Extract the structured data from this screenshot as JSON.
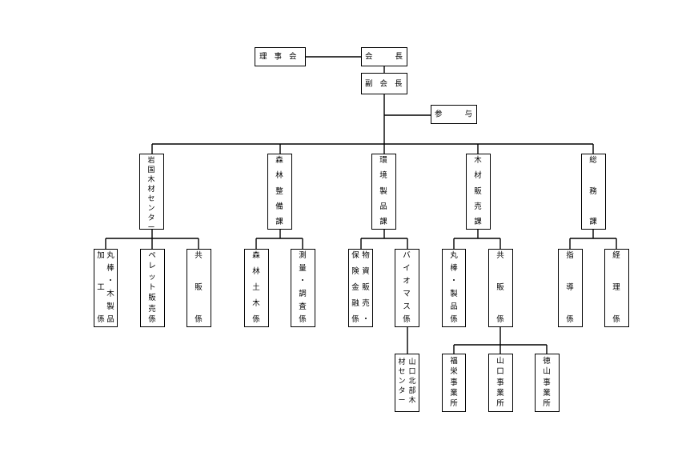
{
  "board": "理事会",
  "president": "会長",
  "vice_president": "副会長",
  "counselor": "参与",
  "departments": {
    "iwakuni": "岩国木材センター",
    "forest": "森林整備課",
    "environment": "環境製品課",
    "timber_sales": "木材販売課",
    "general": "総務課"
  },
  "sections": {
    "maru_kako": [
      "丸棒・木製品",
      "加工係"
    ],
    "pellet": "ペレット販売係",
    "kyohan1": "共販係",
    "shinrin_doboku": "森林土木係",
    "sokuryo": "測量・調査係",
    "bussi": "物資販売・",
    "hoken": "保険金融係",
    "biomass": "バイオマス係",
    "maru_seihin": "丸棒・製品係",
    "kyohan2": "共販係",
    "shido": "指導係",
    "keiri": "経理係"
  },
  "offices": {
    "yamaguchi_north": [
      "山口北部木",
      "材センター"
    ],
    "fukuei": "福栄事業所",
    "yamaguchi": "山口事業所",
    "tokuyama": "徳山事業所"
  }
}
